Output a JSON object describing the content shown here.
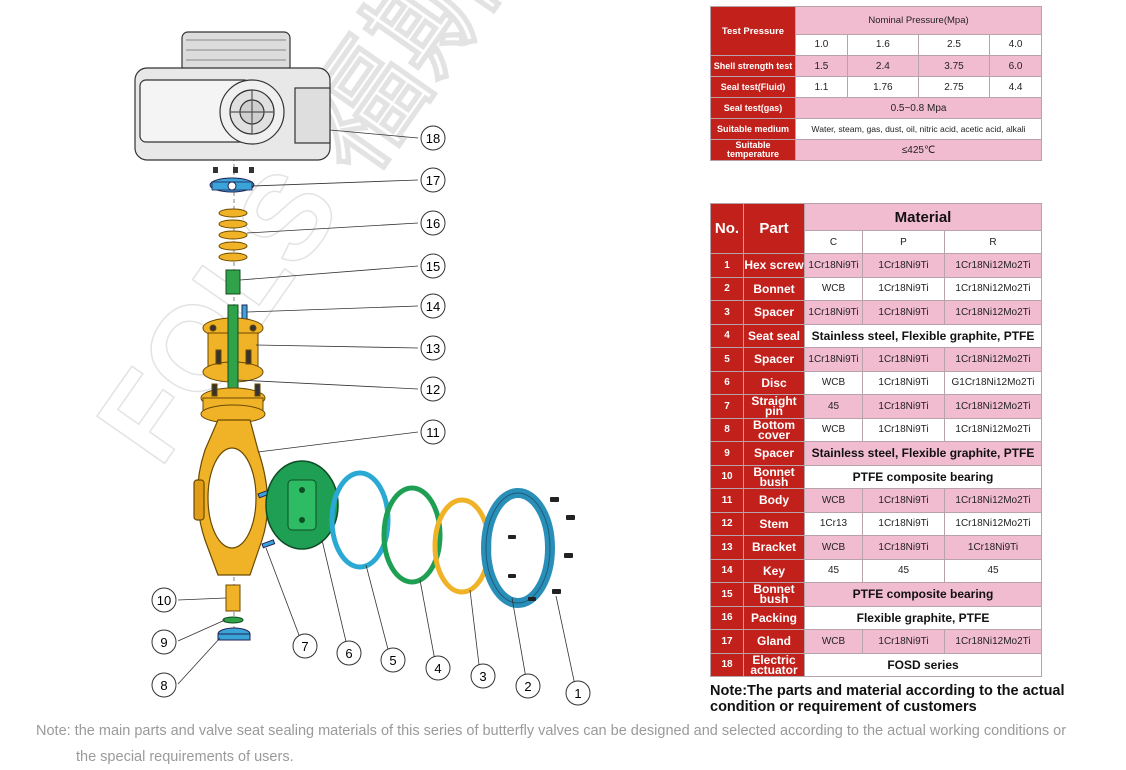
{
  "diagram": {
    "callouts": [
      "18",
      "17",
      "16",
      "15",
      "14",
      "13",
      "12",
      "11",
      "10",
      "9",
      "8",
      "7",
      "6",
      "5",
      "4",
      "3",
      "2",
      "1"
    ],
    "watermark": "FOLS 福斯",
    "colors": {
      "body": "#f0b327",
      "disc": "#1f9f53",
      "seal": "#2aa9d3",
      "packing": "#e3a32a",
      "actuator": "#e4e4e4"
    }
  },
  "pressure_table": {
    "test_pressure": "Test Pressure",
    "nominal": "Nominal Pressure(Mpa)",
    "pn": [
      "1.0",
      "1.6",
      "2.5",
      "4.0"
    ],
    "shell_label": "Shell strength test",
    "shell": [
      "1.5",
      "2.4",
      "3.75",
      "6.0"
    ],
    "seal_fluid_label": "Seal test(Fluid)",
    "seal_fluid": [
      "1.1",
      "1.76",
      "2.75",
      "4.4"
    ],
    "seal_gas_label": "Seal test(gas)",
    "seal_gas": "0.5~0.8 Mpa",
    "medium_label": "Suitable medium",
    "medium": "Water, steam, gas, dust, oil, nitric acid, acetic acid, alkali",
    "temp_label": "Suitable temperature",
    "temp": "≤425℃"
  },
  "material_table": {
    "no": "No.",
    "part": "Part",
    "material": "Material",
    "cols": [
      "C",
      "P",
      "R"
    ],
    "rows": [
      {
        "no": "1",
        "part": "Hex screw",
        "c": "1Cr18Ni9Ti",
        "p": "1Cr18Ni9Ti",
        "r": "1Cr18Ni12Mo2Ti"
      },
      {
        "no": "2",
        "part": "Bonnet",
        "c": "WCB",
        "p": "1Cr18Ni9Ti",
        "r": "1Cr18Ni12Mo2Ti"
      },
      {
        "no": "3",
        "part": "Spacer",
        "c": "1Cr18Ni9Ti",
        "p": "1Cr18Ni9Ti",
        "r": "1Cr18Ni12Mo2Ti"
      },
      {
        "no": "4",
        "part": "Seat seal",
        "span": "Stainless steel, Flexible graphite, PTFE"
      },
      {
        "no": "5",
        "part": "Spacer",
        "c": "1Cr18Ni9Ti",
        "p": "1Cr18Ni9Ti",
        "r": "1Cr18Ni12Mo2Ti"
      },
      {
        "no": "6",
        "part": "Disc",
        "c": "WCB",
        "p": "1Cr18Ni9Ti",
        "r": "G1Cr18Ni12Mo2Ti"
      },
      {
        "no": "7",
        "part": "Straight pin",
        "c": "45",
        "p": "1Cr18Ni9Ti",
        "r": "1Cr18Ni12Mo2Ti"
      },
      {
        "no": "8",
        "part": "Bottom cover",
        "c": "WCB",
        "p": "1Cr18Ni9Ti",
        "r": "1Cr18Ni12Mo2Ti"
      },
      {
        "no": "9",
        "part": "Spacer",
        "span": "Stainless steel, Flexible graphite, PTFE"
      },
      {
        "no": "10",
        "part": "Bonnet bush",
        "span": "PTFE composite bearing"
      },
      {
        "no": "11",
        "part": "Body",
        "c": "WCB",
        "p": "1Cr18Ni9Ti",
        "r": "1Cr18Ni12Mo2Ti"
      },
      {
        "no": "12",
        "part": "Stem",
        "c": "1Cr13",
        "p": "1Cr18Ni9Ti",
        "r": "1Cr18Ni12Mo2Ti"
      },
      {
        "no": "13",
        "part": "Bracket",
        "c": "WCB",
        "p": "1Cr18Ni9Ti",
        "r": "1Cr18Ni9Ti"
      },
      {
        "no": "14",
        "part": "Key",
        "c": "45",
        "p": "45",
        "r": "45"
      },
      {
        "no": "15",
        "part": "Bonnet bush",
        "span": "PTFE composite bearing"
      },
      {
        "no": "16",
        "part": "Packing",
        "span": "Flexible graphite, PTFE"
      },
      {
        "no": "17",
        "part": "Gland",
        "c": "WCB",
        "p": "1Cr18Ni9Ti",
        "r": "1Cr18Ni12Mo2Ti"
      },
      {
        "no": "18",
        "part": "Electric actuator",
        "span": "FOSD series"
      }
    ]
  },
  "note_bold": "Note:The parts and material according to the actual condition or requirement of customers",
  "note_grey_1": "Note: the main parts and valve seat sealing materials of this series of butterfly valves can be designed and selected according to the actual working conditions or",
  "note_grey_2": "the special requirements of users."
}
